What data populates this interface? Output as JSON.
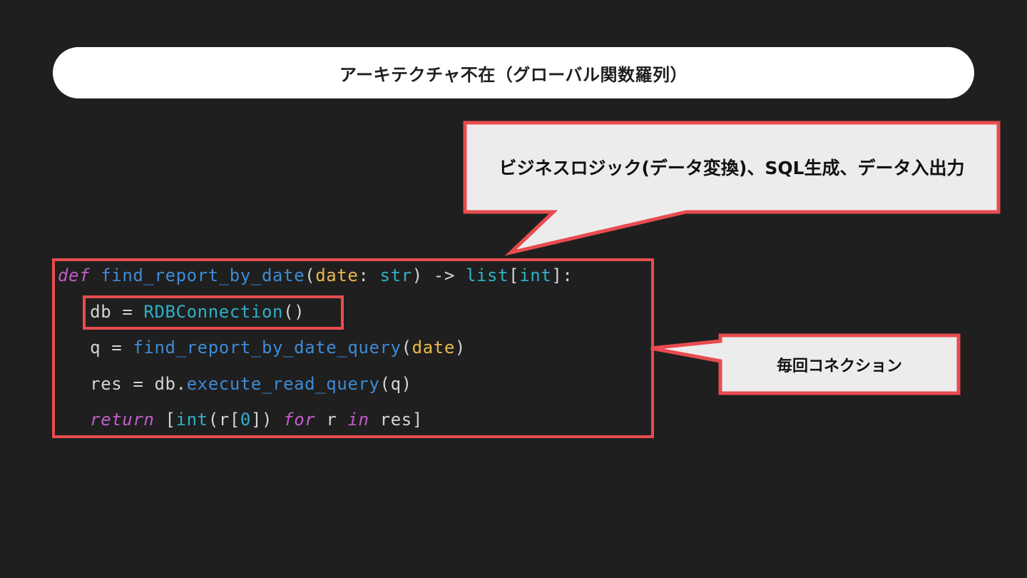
{
  "title": "アーキテクチャ不在（グローバル関数羅列）",
  "callouts": {
    "top": "ビジネスロジック(データ変換)、SQL生成、データ入出力",
    "right": "毎回コネクション"
  },
  "code": {
    "line1": {
      "kw_def": "def",
      "fn_name": "find_report_by_date",
      "paren_open": "(",
      "param": "date",
      "colon": ": ",
      "param_type": "str",
      "paren_close": ")",
      "arrow": " -> ",
      "ret_type_outer": "list",
      "bracket_open": "[",
      "ret_type_inner": "int",
      "bracket_close_colon": "]:"
    },
    "line2": {
      "var": "db",
      "assign": " = ",
      "cls": "RDBConnection",
      "call": "()"
    },
    "line3": {
      "var": "q",
      "assign": " = ",
      "fn": "find_report_by_date_query",
      "paren_open": "(",
      "arg": "date",
      "paren_close": ")"
    },
    "line4": {
      "var": "res",
      "assign": " = ",
      "obj": "db.",
      "method": "execute_read_query",
      "paren_open": "(",
      "arg": "q",
      "paren_close": ")"
    },
    "line5": {
      "kw_return": "return",
      "bracket_open": " [",
      "builtin": "int",
      "paren_open": "(",
      "var_r": "r",
      "index_open": "[",
      "index": "0",
      "index_close": "])",
      "kw_for": "for",
      "loop_var": "r",
      "kw_in": "in",
      "iter": "res",
      "bracket_close": "]"
    }
  },
  "colors": {
    "background": "#1f1f1f",
    "accent_red": "#e84c4f",
    "callout_fill": "#ececec",
    "keyword": "#c35cc9",
    "function": "#3d8bd6",
    "parameter": "#e8b94c",
    "type": "#2fb0c8"
  }
}
